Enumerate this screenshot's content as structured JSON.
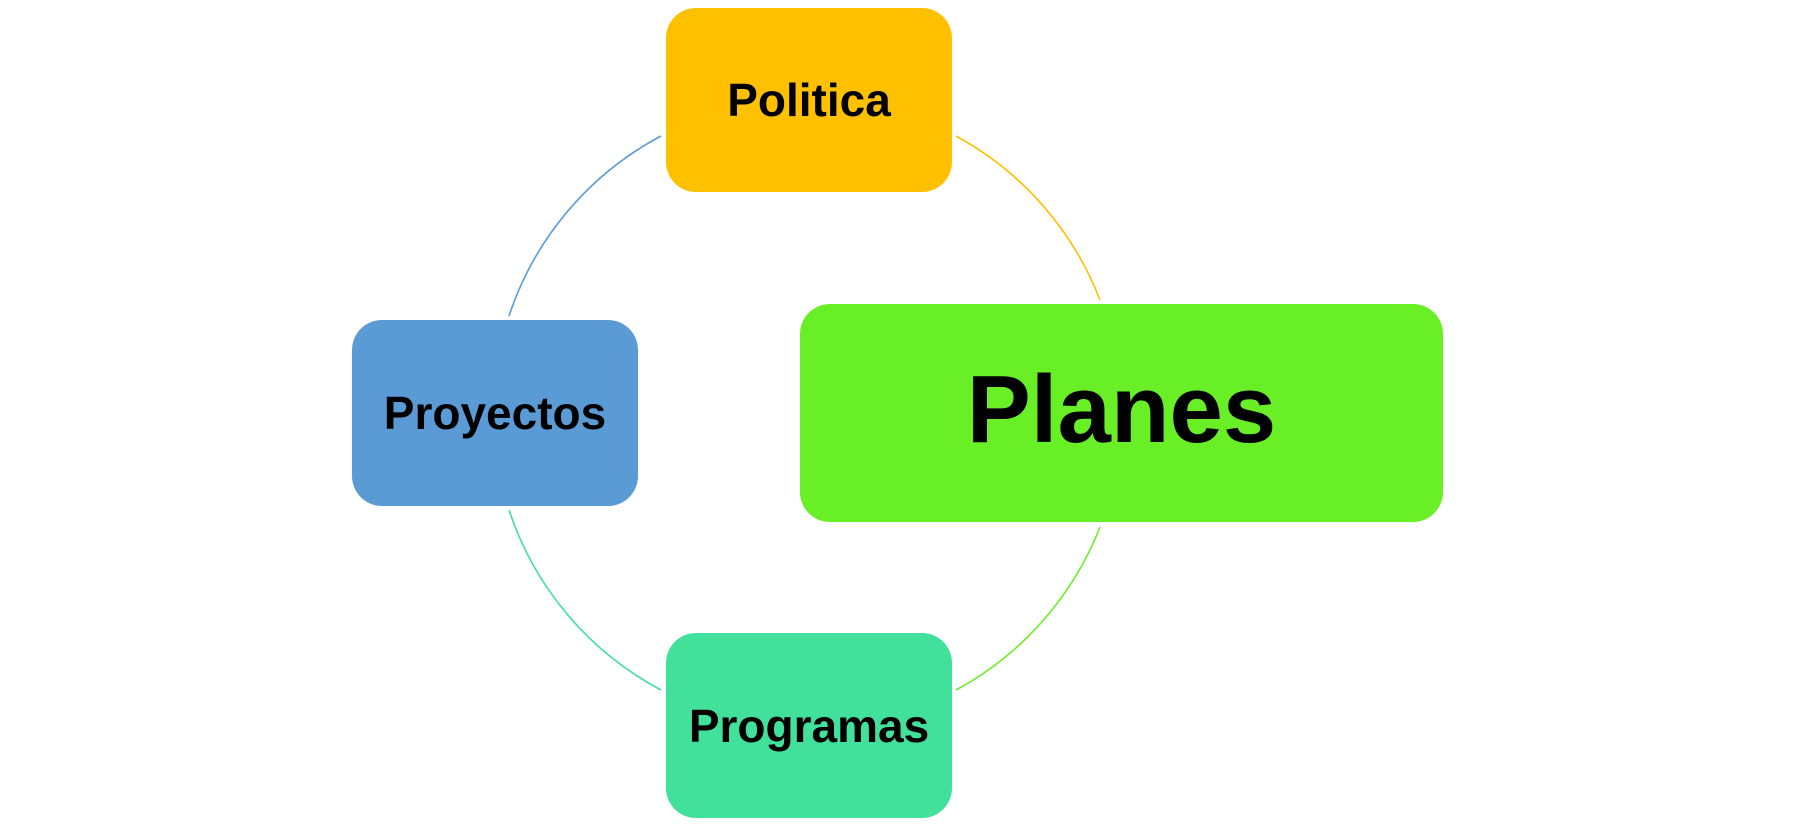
{
  "diagram": {
    "nodes": {
      "politica": {
        "label": "Politica",
        "color": "#FFC000"
      },
      "planes": {
        "label": "Planes",
        "color": "#69EF26"
      },
      "programas": {
        "label": "Programas",
        "color": "#42E19B"
      },
      "proyectos": {
        "label": "Proyectos",
        "color": "#5B9BD5"
      }
    },
    "connectors": [
      {
        "from": "politica",
        "to": "planes",
        "color": "#FFC000"
      },
      {
        "from": "planes",
        "to": "programas",
        "color": "#69EF26"
      },
      {
        "from": "programas",
        "to": "proyectos",
        "color": "#42E19B"
      },
      {
        "from": "proyectos",
        "to": "politica",
        "color": "#5B9BD5"
      }
    ]
  }
}
